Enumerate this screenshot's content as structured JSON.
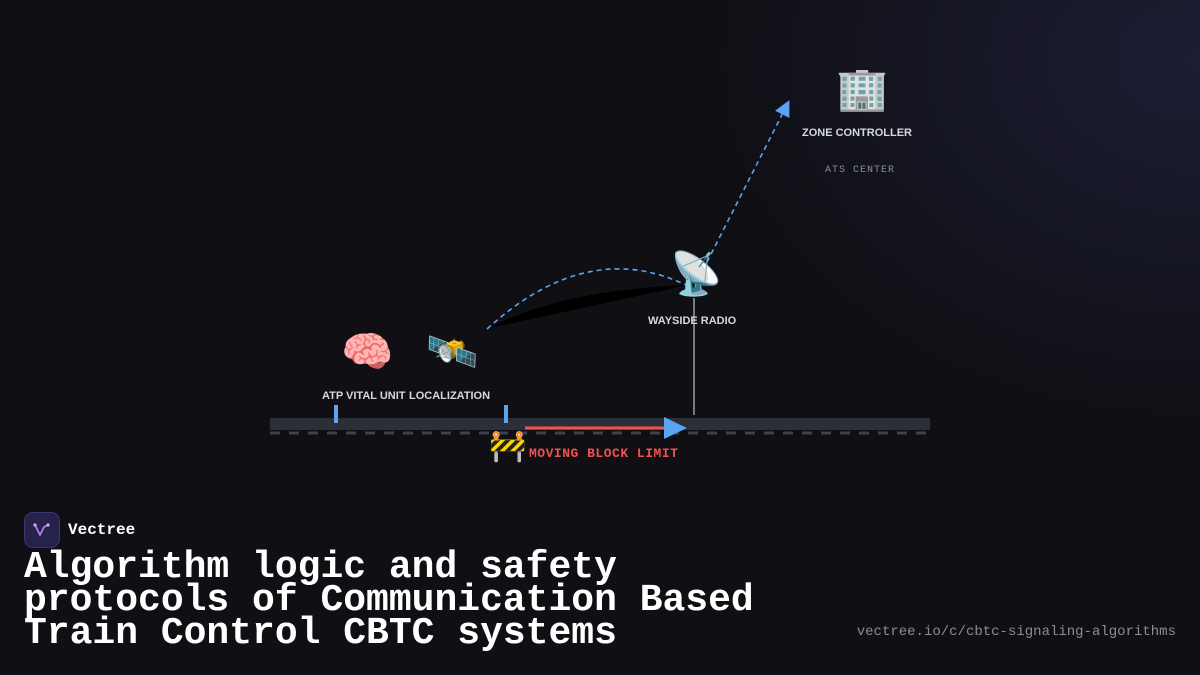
{
  "diagram": {
    "nodes": {
      "zone_controller": {
        "icon": "office-building-icon",
        "glyph": "🏢",
        "label": "ZONE CONTROLLER",
        "sublabel": "ATS CENTER"
      },
      "wayside_radio": {
        "icon": "satellite-antenna-icon",
        "glyph": "📡",
        "label": "WAYSIDE RADIO"
      },
      "atp_vital_unit": {
        "icon": "brain-icon",
        "glyph": "🧠",
        "label": "ATP VITAL UNIT"
      },
      "localization": {
        "icon": "satellite-icon",
        "glyph": "🛰️",
        "label": "LOCALIZATION"
      }
    },
    "moving_block": {
      "icon": "construction-barrier-icon",
      "glyph": "🚧",
      "label": "MOVING BLOCK LIMIT"
    },
    "colors": {
      "link": "#5ba3f5",
      "movement": "#ef5350",
      "track": "#2a2f38",
      "sleepers": "#3c414b",
      "marker": "#5ba3f5"
    }
  },
  "brand": {
    "name": "Vectree",
    "icon": "vectree-logo-icon"
  },
  "title": "Algorithm logic and safety protocols of Communication Based Train Control CBTC systems",
  "url": "vectree.io/c/cbtc-signaling-algorithms"
}
